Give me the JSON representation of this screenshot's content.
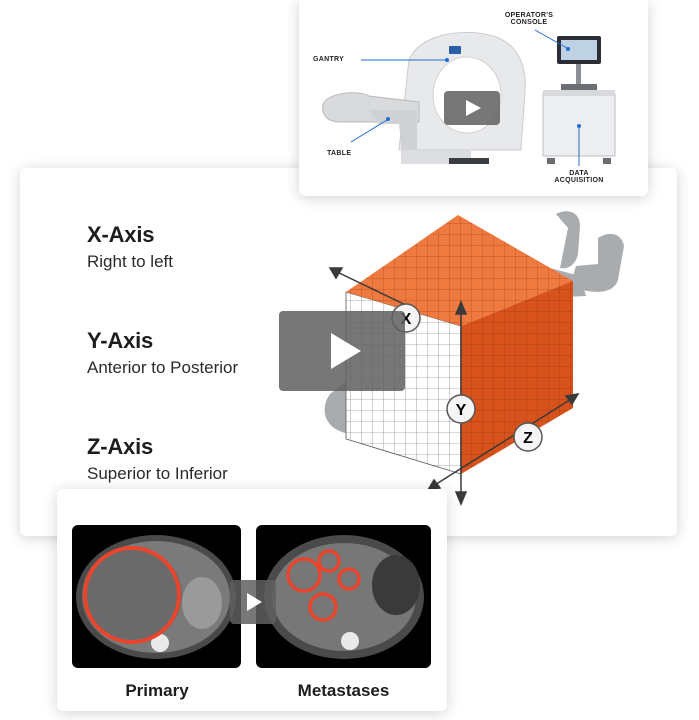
{
  "axes": [
    {
      "title": "X-Axis",
      "subtitle": "Right to left"
    },
    {
      "title": "Y-Axis",
      "subtitle": "Anterior to Posterior"
    },
    {
      "title": "Z-Axis",
      "subtitle": "Superior to Inferior"
    }
  ],
  "cube_labels": {
    "x": "X",
    "y": "Y",
    "z": "Z"
  },
  "scanner_labels": {
    "gantry": "GANTRY",
    "table": "TABLE",
    "console_line1": "OPERATOR'S",
    "console_line2": "CONSOLE",
    "acq_line1": "DATA",
    "acq_line2": "ACQUISITION"
  },
  "scans": {
    "primary": "Primary",
    "metastases": "Metastases"
  },
  "colors": {
    "orange": "#ee7a40",
    "orange_dark": "#d8521c",
    "play_bg": "#5f5f5f",
    "silhouette": "#a9acae"
  }
}
